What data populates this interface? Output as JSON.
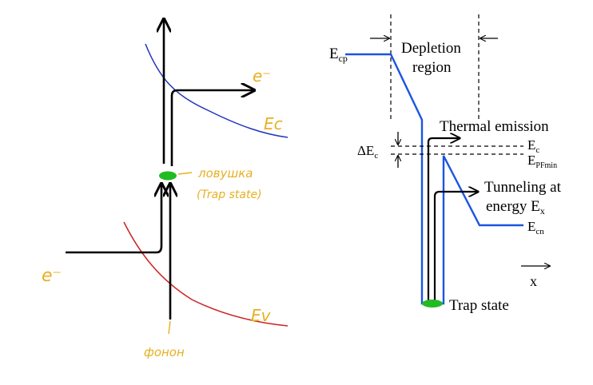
{
  "left_panel": {
    "electron_out": "e⁻",
    "electron_in": "e⁻",
    "conduction_band": "Ec",
    "valence_band": "Ev",
    "trap_line1": "ловушка",
    "trap_line2": "(Trap state)",
    "phonon": "фонон",
    "colors": {
      "conduction": "#2233bb",
      "valence": "#cc2222",
      "trap": "#22bb22",
      "annotation": "#e8b020"
    }
  },
  "right_panel": {
    "ecp_main": "E",
    "ecp_sub": "cp",
    "depletion_line1": "Depletion",
    "depletion_line2": "region",
    "thermal_emission": "Thermal emission",
    "delta_ec_main": "ΔE",
    "delta_ec_sub": "c",
    "ec_main": "E",
    "ec_sub": "c",
    "epf_main": "E",
    "epf_sub": "PFmin",
    "tunneling_line1": "Tunneling at",
    "tunneling_line2_main": "energy E",
    "tunneling_line2_sub": "x",
    "ecn_main": "E",
    "ecn_sub": "cn",
    "x_axis": "x",
    "trap_state": "Trap state",
    "colors": {
      "band": "#1a55e0",
      "trap": "#22bb22"
    }
  }
}
